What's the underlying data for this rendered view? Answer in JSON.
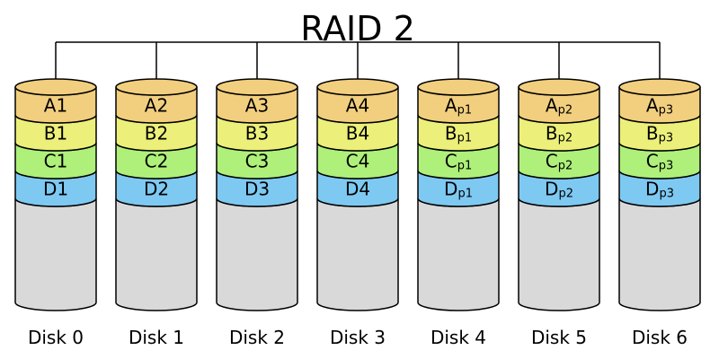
{
  "title": "RAID 2",
  "colors": {
    "stroke": "#000000",
    "rowA": "#f2cf7e",
    "rowB": "#ecf07a",
    "rowC": "#aef07a",
    "rowD": "#7ec9f2",
    "body": "#d9d9d9"
  },
  "disks": [
    {
      "label": "Disk 0",
      "cells": [
        {
          "main": "A1",
          "sub": ""
        },
        {
          "main": "B1",
          "sub": ""
        },
        {
          "main": "C1",
          "sub": ""
        },
        {
          "main": "D1",
          "sub": ""
        }
      ]
    },
    {
      "label": "Disk 1",
      "cells": [
        {
          "main": "A2",
          "sub": ""
        },
        {
          "main": "B2",
          "sub": ""
        },
        {
          "main": "C2",
          "sub": ""
        },
        {
          "main": "D2",
          "sub": ""
        }
      ]
    },
    {
      "label": "Disk 2",
      "cells": [
        {
          "main": "A3",
          "sub": ""
        },
        {
          "main": "B3",
          "sub": ""
        },
        {
          "main": "C3",
          "sub": ""
        },
        {
          "main": "D3",
          "sub": ""
        }
      ]
    },
    {
      "label": "Disk 3",
      "cells": [
        {
          "main": "A4",
          "sub": ""
        },
        {
          "main": "B4",
          "sub": ""
        },
        {
          "main": "C4",
          "sub": ""
        },
        {
          "main": "D4",
          "sub": ""
        }
      ]
    },
    {
      "label": "Disk 4",
      "cells": [
        {
          "main": "A",
          "sub": "p1"
        },
        {
          "main": "B",
          "sub": "p1"
        },
        {
          "main": "C",
          "sub": "p1"
        },
        {
          "main": "D",
          "sub": "p1"
        }
      ]
    },
    {
      "label": "Disk 5",
      "cells": [
        {
          "main": "A",
          "sub": "p2"
        },
        {
          "main": "B",
          "sub": "p2"
        },
        {
          "main": "C",
          "sub": "p2"
        },
        {
          "main": "D",
          "sub": "p2"
        }
      ]
    },
    {
      "label": "Disk 6",
      "cells": [
        {
          "main": "A",
          "sub": "p3"
        },
        {
          "main": "B",
          "sub": "p3"
        },
        {
          "main": "C",
          "sub": "p3"
        },
        {
          "main": "D",
          "sub": "p3"
        }
      ]
    }
  ]
}
